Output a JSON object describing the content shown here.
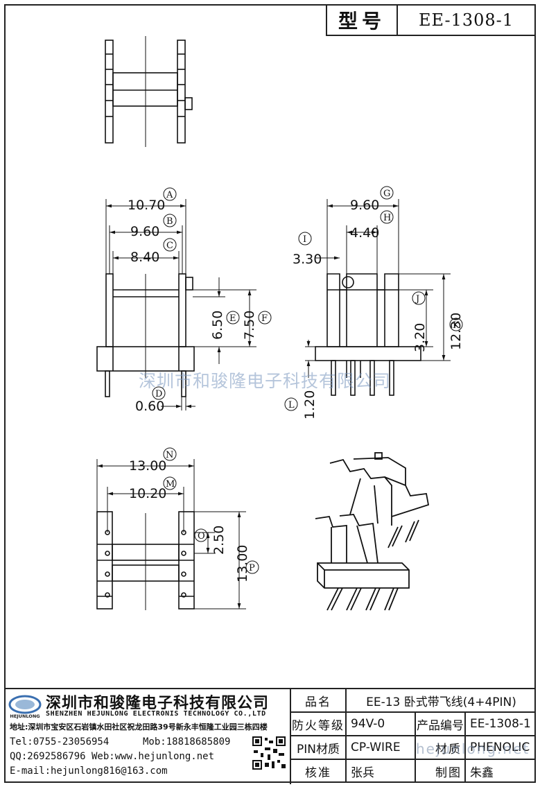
{
  "header": {
    "model_label": "型号",
    "model_value": "EE-1308-1"
  },
  "dimensions": {
    "A": "10.70",
    "B": "9.60",
    "C": "8.40",
    "D": "0.60",
    "E": "6.50",
    "F": "7.50",
    "G": "9.60",
    "H": "4.40",
    "I": "3.30",
    "J": "3.20",
    "K": "12.30",
    "L": "1.20",
    "M": "10.20",
    "N": "13.00",
    "O": "2.50",
    "P": "13.00"
  },
  "watermark": "深圳市和骏隆电子科技有限公司",
  "company": {
    "logo_text": "HEJUNLONG",
    "cn_name": "深圳市和骏隆电子科技有限公司",
    "en_name": "SHENZHEN HEJUNLONG ELECTRONIS TECHNOLOGY CO.,LTD",
    "address": "地址:深圳市宝安区石岩镇水田社区祝龙田路39号新永丰恒隆工业园三栋四楼",
    "tel": "Tel:0755-23056954",
    "mob": "Mob:18818685809",
    "qq_web": "QQ:2692586796 Web:www.hejunlong.net",
    "email": "E-mail:hejunlong816@163.com"
  },
  "spec": {
    "name_label": "品名",
    "name_value": "EE-13 卧式带飞线(4+4PIN)",
    "fire_label": "防火等级",
    "fire_value": "94V-0",
    "code_label": "产品编号",
    "code_value": "EE-1308-1",
    "pin_label": "PIN材质",
    "pin_value": "CP-WIRE",
    "mat_label": "材质",
    "mat_value": "PHENOLIC",
    "check_label": "核准",
    "check_value": "张兵",
    "draw_label": "制图",
    "draw_value": "朱鑫"
  },
  "site_watermark": "hejunlong.net"
}
